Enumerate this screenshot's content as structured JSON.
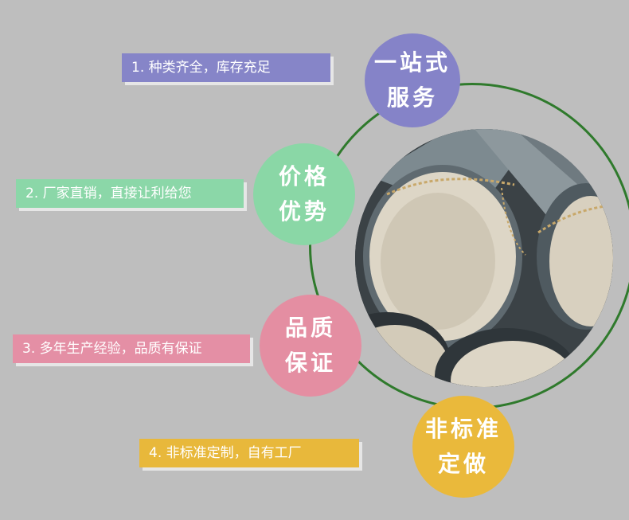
{
  "labels": [
    "1. 种类齐全，库存充足",
    "2. 厂家直销，直接让利给您",
    "3. 多年生产经验，品质有保证",
    "4. 非标准定制，自有工厂"
  ],
  "badges": [
    {
      "line1": "一站式",
      "line2": "服务",
      "color": "#8583c8"
    },
    {
      "line1": "价格",
      "line2": "优势",
      "color": "#8ad7a6"
    },
    {
      "line1": "品质",
      "line2": "保证",
      "color": "#e48ea2"
    },
    {
      "line1": "非标准",
      "line2": "定做",
      "color": "#eab93b"
    }
  ],
  "colors": {
    "background": "#bebebe",
    "ring": "#2f7a2c"
  }
}
